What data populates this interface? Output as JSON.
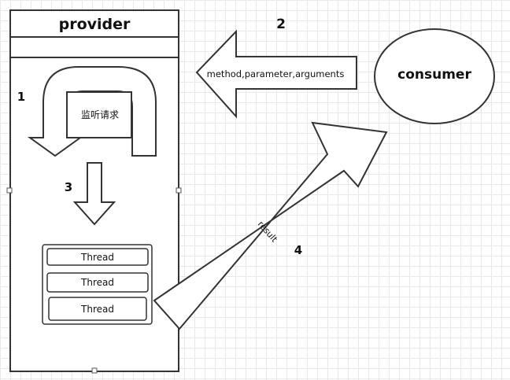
{
  "provider": {
    "title": "provider",
    "listen_label": "监听请求",
    "threads": [
      "Thread",
      "Thread",
      "Thread"
    ]
  },
  "consumer": {
    "label": "consumer"
  },
  "request_arrow": {
    "label": "method,parameter,arguments"
  },
  "result_arrow": {
    "label": "result"
  },
  "steps": {
    "one": "1",
    "two": "2",
    "three": "3",
    "four": "4"
  },
  "colors": {
    "stroke": "#333333",
    "grid": "#e9e9e9",
    "fill": "#ffffff"
  }
}
